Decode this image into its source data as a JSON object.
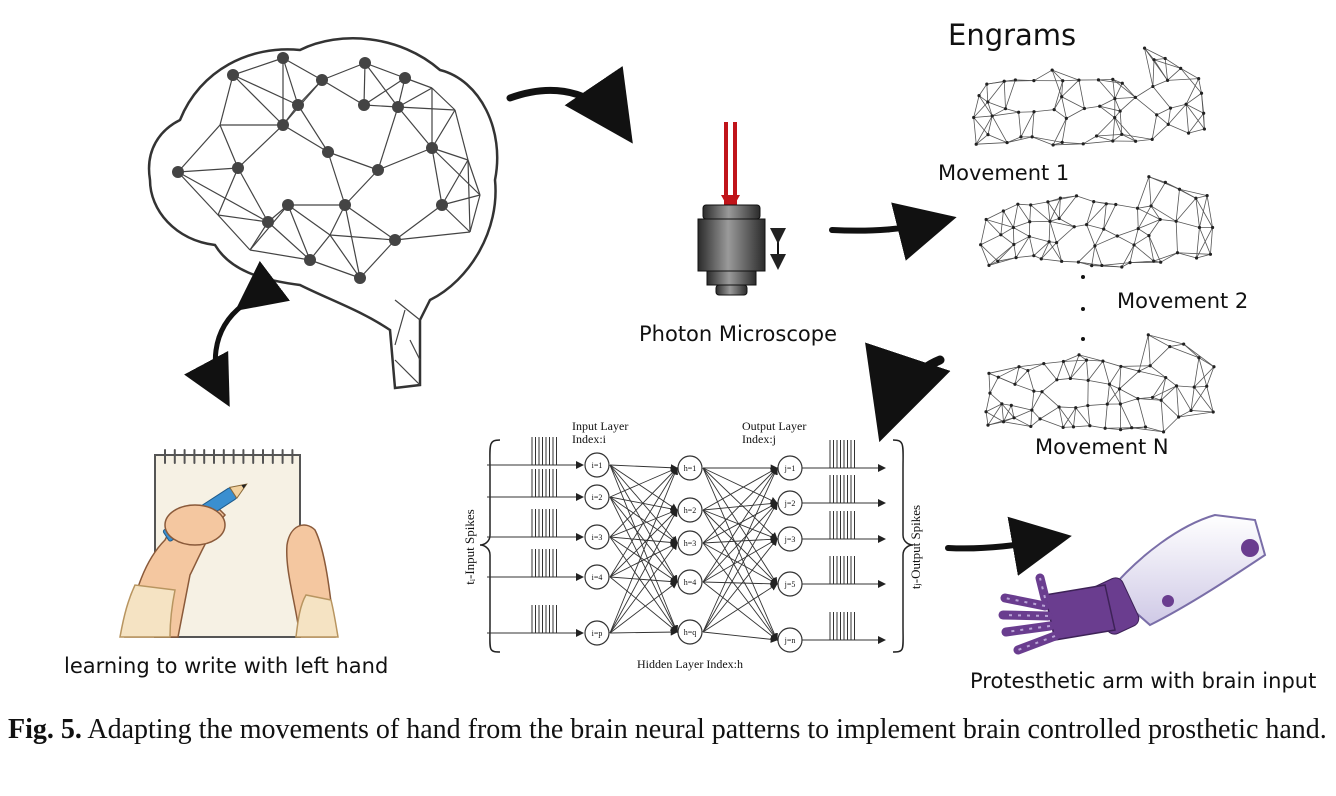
{
  "labels": {
    "engrams": "Engrams",
    "movement_1": "Movement 1",
    "movement_2": "Movement 2",
    "movement_n": "Movement N",
    "microscope": "Photon Microscope",
    "writing": "learning to write with left hand",
    "prosthetic": "Protesthetic arm with brain input"
  },
  "network": {
    "input_layer_line1": "Input Layer",
    "input_layer_line2": "Index:i",
    "output_layer_line1": "Output Layer",
    "output_layer_line2": "Index:j",
    "hidden_layer": "Hidden Layer Index:h",
    "input_spikes": "tᵢ-Input Spikes",
    "output_spikes": "tⱼ-Output Spikes",
    "input_nodes": [
      "i=1",
      "i=2",
      "i=3",
      "i=4",
      "i=p"
    ],
    "hidden_nodes": [
      "h=1",
      "h=2",
      "h=3",
      "h=4",
      "h=q"
    ],
    "output_nodes": [
      "j=1",
      "j=2",
      "j=3",
      "j=5",
      "j=n"
    ]
  },
  "caption": {
    "prefix": "Fig. 5.",
    "text": "Adapting the movements of hand from the brain neural patterns to implement brain controlled prosthetic hand."
  },
  "colors": {
    "laser": "#c0141a",
    "prosthetic_purple": "#6a3d8f",
    "paper": "#f6f1e4",
    "skin": "#f4c7a0",
    "sleeve": "#f5e3c3",
    "pencil": "#3a8fd0"
  }
}
